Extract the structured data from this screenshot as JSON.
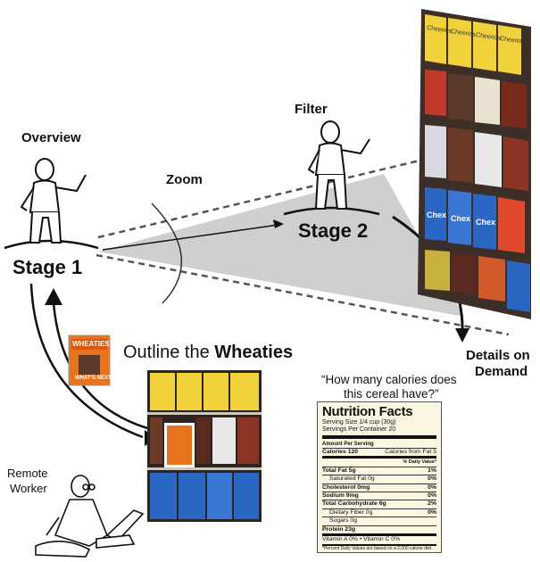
{
  "labels": {
    "overview": "Overview",
    "stage1": "Stage 1",
    "zoom": "Zoom",
    "filter": "Filter",
    "stage2": "Stage 2",
    "details_line1": "Details on",
    "details_line2": "Demand",
    "outline_prefix": "Outline the ",
    "outline_emphasis": "Wheaties",
    "remote_line1": "Remote",
    "remote_line2": "Worker",
    "question_line1": "“How many calories does",
    "question_line2": "this cereal have?”"
  },
  "cereal_box": {
    "brand": "WHEATIES",
    "tagline": "WHAT'S NEXT?"
  },
  "shelf_boxes": [
    "Cheerios",
    "Cheerios",
    "Cheerios",
    "Cheerios",
    "Chex",
    "Chex",
    "Chex"
  ],
  "nutrition": {
    "title": "Nutrition Facts",
    "serving_size": "Serving Size 1/4 cup (30g)",
    "servings": "Servings Per Container 20",
    "amount_per_serving": "Amount Per Serving",
    "calories": "Calories 120",
    "calories_fat": "Calories from Fat 5",
    "daily_value": "% Daily Value*",
    "rows": [
      {
        "name": "Total Fat 5g",
        "pct": "1%"
      },
      {
        "name": "Saturated Fat 0g",
        "pct": "0%"
      },
      {
        "name": "Cholesterol 0mg",
        "pct": "0%"
      },
      {
        "name": "Sodium 9mg",
        "pct": "0%"
      },
      {
        "name": "Total Carbohydrate 6g",
        "pct": "2%"
      },
      {
        "name": "Dietary Fiber 0g",
        "pct": "0%"
      },
      {
        "name": "Sugars 0g",
        "pct": ""
      },
      {
        "name": "Protein 23g",
        "pct": ""
      }
    ],
    "vitamins": "Vitamin A 0%  •  Vitamin C 0%",
    "footnote": "*Percent Daily Values are based on a 2,000 calorie diet."
  },
  "colors": {
    "cone": "#cfcfcf",
    "wheaties_orange": "#e8731c",
    "cheerios_yellow": "#f2d23a",
    "chex_blue": "#2a66c4",
    "shelf_dark": "#2b2420"
  }
}
